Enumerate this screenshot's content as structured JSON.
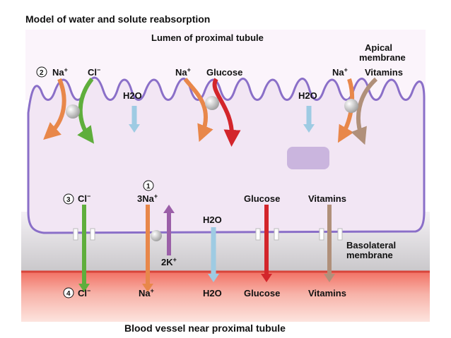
{
  "title": "Model of water and solute reabsorption",
  "lumen_label": "Lumen of proximal tubule",
  "apical_label": [
    "Apical",
    "membrane"
  ],
  "basolateral_label": [
    "Basolateral",
    "membrane"
  ],
  "blood_label": "Blood vessel near proximal tubule",
  "step_numbers": [
    "1",
    "2",
    "3",
    "4"
  ],
  "apical_row": {
    "na": "Na",
    "cl": "Cl",
    "glucose": "Glucose",
    "vitamins": "Vitamins",
    "h2o_left": "H2O",
    "h2o_right": "H2O"
  },
  "basolateral_row": {
    "cl": "Cl",
    "na3": "3Na",
    "k2": "2K",
    "h2o": "H2O",
    "glucose": "Glucose",
    "vitamins": "Vitamins"
  },
  "blood_row": {
    "cl": "Cl",
    "na": "Na",
    "h2o": "H2O",
    "glucose": "Glucose",
    "vitamins": "Vitamins"
  },
  "colors": {
    "sodium": "#e8874a",
    "chloride": "#5fae3c",
    "glucose": "#d3252b",
    "vitamins": "#b0907a",
    "water": "#9ecbe3",
    "potassium": "#9b5fa8",
    "membrane": "#8a6fc8",
    "cell": "#f2e6f4",
    "blood": "#f2a6a0"
  }
}
